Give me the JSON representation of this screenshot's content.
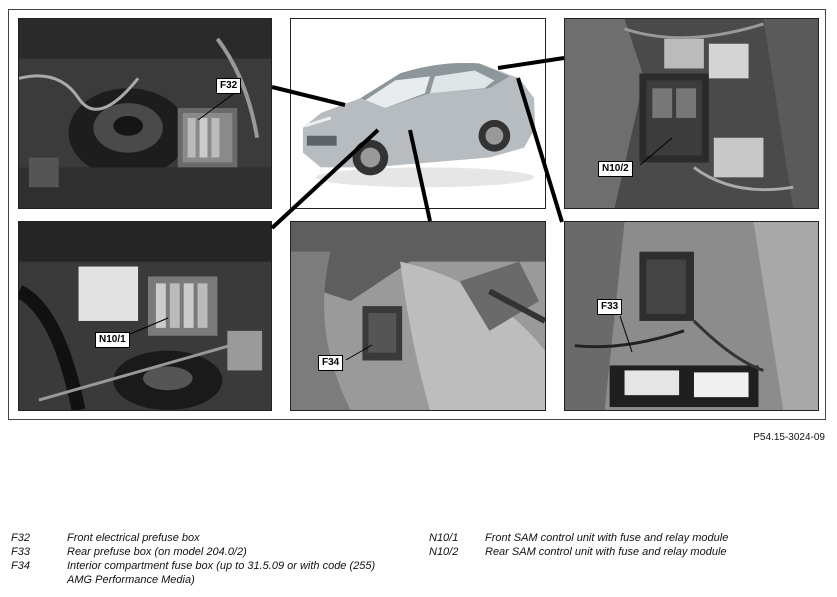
{
  "figure_id": "P54.15-3024-09",
  "callouts": {
    "f32": "F32",
    "n10_2": "N10/2",
    "n10_1": "N10/1",
    "f34": "F34",
    "f33": "F33"
  },
  "legend_left": [
    {
      "code": "F32",
      "desc": "Front electrical prefuse box"
    },
    {
      "code": "F33",
      "desc": "Rear prefuse box (on model 204.0/2)"
    },
    {
      "code": "F34",
      "desc": "Interior compartment fuse box (up to 31.5.09 or with code (255) AMG Performance Media)"
    }
  ],
  "legend_right": [
    {
      "code": "N10/1",
      "desc": "Front SAM control unit with fuse and relay module"
    },
    {
      "code": "N10/2",
      "desc": "Rear SAM control unit with fuse and relay module"
    }
  ]
}
